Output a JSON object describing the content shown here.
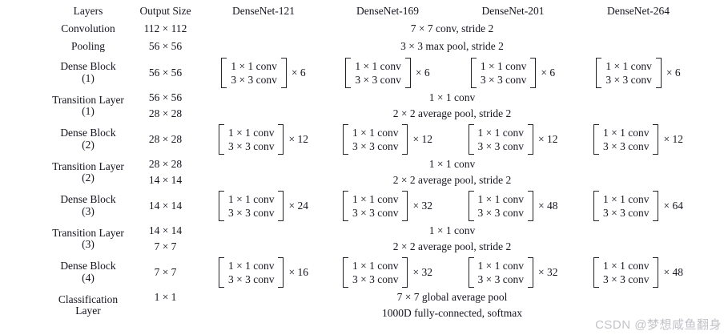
{
  "table": {
    "columns": [
      "Layers",
      "Output Size",
      "DenseNet-121",
      "DenseNet-169",
      "DenseNet-201",
      "DenseNet-264"
    ],
    "rows": [
      {
        "layer": "Convolution",
        "layer_sub": "",
        "output_size": "112 × 112",
        "span_text": "7 × 7 conv, stride 2"
      },
      {
        "layer": "Pooling",
        "layer_sub": "",
        "output_size": "56 × 56",
        "span_text": "3 × 3 max pool, stride 2"
      },
      {
        "layer": "Dense Block",
        "layer_sub": "(1)",
        "output_size": "56 × 56",
        "cells": [
          {
            "line1": "1 × 1 conv",
            "line2": "3 × 3 conv",
            "mult": "× 6"
          },
          {
            "line1": "1 × 1 conv",
            "line2": "3 × 3 conv",
            "mult": "× 6"
          },
          {
            "line1": "1 × 1 conv",
            "line2": "3 × 3 conv",
            "mult": "× 6"
          },
          {
            "line1": "1 × 1 conv",
            "line2": "3 × 3 conv",
            "mult": "× 6"
          }
        ]
      },
      {
        "layer": "Transition Layer",
        "layer_sub": "(1)",
        "output_size_a": "56 × 56",
        "span_text_a": "1 × 1 conv",
        "output_size_b": "28 × 28",
        "span_text_b": "2 × 2 average pool, stride 2"
      },
      {
        "layer": "Dense Block",
        "layer_sub": "(2)",
        "output_size": "28 × 28",
        "cells": [
          {
            "line1": "1 × 1 conv",
            "line2": "3 × 3 conv",
            "mult": "× 12"
          },
          {
            "line1": "1 × 1 conv",
            "line2": "3 × 3 conv",
            "mult": "× 12"
          },
          {
            "line1": "1 × 1 conv",
            "line2": "3 × 3 conv",
            "mult": "× 12"
          },
          {
            "line1": "1 × 1 conv",
            "line2": "3 × 3 conv",
            "mult": "× 12"
          }
        ]
      },
      {
        "layer": "Transition Layer",
        "layer_sub": "(2)",
        "output_size_a": "28 × 28",
        "span_text_a": "1 × 1 conv",
        "output_size_b": "14 × 14",
        "span_text_b": "2 × 2 average pool, stride 2"
      },
      {
        "layer": "Dense Block",
        "layer_sub": "(3)",
        "output_size": "14 × 14",
        "cells": [
          {
            "line1": "1 × 1 conv",
            "line2": "3 × 3 conv",
            "mult": "× 24"
          },
          {
            "line1": "1 × 1 conv",
            "line2": "3 × 3 conv",
            "mult": "× 32"
          },
          {
            "line1": "1 × 1 conv",
            "line2": "3 × 3 conv",
            "mult": "× 48"
          },
          {
            "line1": "1 × 1 conv",
            "line2": "3 × 3 conv",
            "mult": "× 64"
          }
        ]
      },
      {
        "layer": "Transition Layer",
        "layer_sub": "(3)",
        "output_size_a": "14 × 14",
        "span_text_a": "1 × 1 conv",
        "output_size_b": "7 × 7",
        "span_text_b": "2 × 2 average pool, stride 2"
      },
      {
        "layer": "Dense Block",
        "layer_sub": "(4)",
        "output_size": "7 × 7",
        "cells": [
          {
            "line1": "1 × 1 conv",
            "line2": "3 × 3 conv",
            "mult": "× 16"
          },
          {
            "line1": "1 × 1 conv",
            "line2": "3 × 3 conv",
            "mult": "× 32"
          },
          {
            "line1": "1 × 1 conv",
            "line2": "3 × 3 conv",
            "mult": "× 32"
          },
          {
            "line1": "1 × 1 conv",
            "line2": "3 × 3 conv",
            "mult": "× 48"
          }
        ]
      },
      {
        "layer": "Classification",
        "layer_sub": "Layer",
        "output_size_a": "1 × 1",
        "span_text_a": "7 × 7 global average pool",
        "output_size_b": "",
        "span_text_b": "1000D fully-connected, softmax"
      }
    ]
  },
  "watermark": {
    "text": "CSDN @梦想咸鱼翻身"
  }
}
